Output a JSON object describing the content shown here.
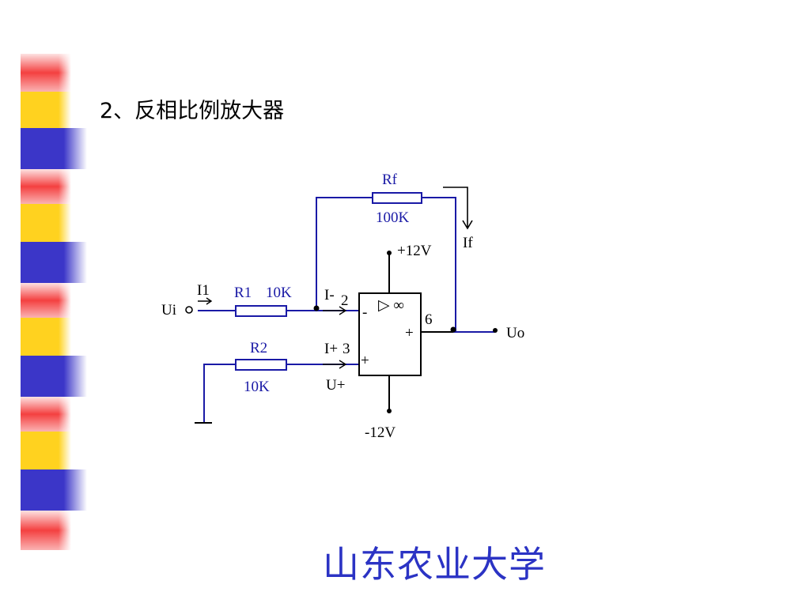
{
  "slide": {
    "title": "2、反相比例放大器",
    "footer": "山东农业大学"
  },
  "decoration": {
    "colors": {
      "red": "#f44040",
      "yellow": "#ffd21f",
      "blue": "#3b36c8"
    }
  },
  "circuit": {
    "rf": {
      "name": "Rf",
      "value": "100K"
    },
    "r1": {
      "name": "R1",
      "value": "10K"
    },
    "r2": {
      "name": "R2",
      "value": "10K"
    },
    "input": "Ui",
    "output": "Uo",
    "current_in": "I1",
    "current_feedback": "If",
    "current_minus": "I-",
    "current_plus": "I+",
    "pin_inv": "2",
    "pin_noninv": "3",
    "pin_out": "6",
    "supply_pos": "+12V",
    "supply_neg": "-12V",
    "u_plus": "U+",
    "opamp_symbol": "▷ ∞",
    "sign_minus": "-",
    "sign_plus": "+",
    "sign_out": "+"
  }
}
